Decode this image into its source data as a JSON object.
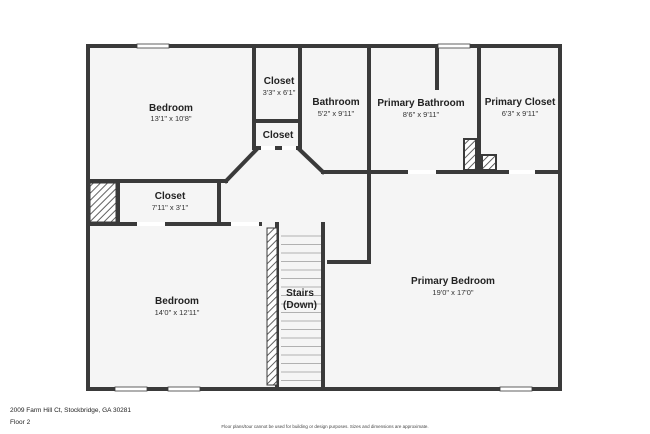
{
  "rooms": {
    "bedroom_upper_left": {
      "name": "Bedroom",
      "dims": "13'1\" x 10'8\""
    },
    "closet_top": {
      "name": "Closet",
      "dims": "3'3\" x 6'1\""
    },
    "closet_small": {
      "name": "Closet"
    },
    "bathroom": {
      "name": "Bathroom",
      "dims": "5'2\" x 9'11\""
    },
    "primary_bathroom": {
      "name": "Primary Bathroom",
      "dims": "8'6\" x 9'11\""
    },
    "primary_closet": {
      "name": "Primary Closet",
      "dims": "6'3\" x 9'11\""
    },
    "closet_left": {
      "name": "Closet",
      "dims": "7'11\" x 3'1\""
    },
    "stairs": {
      "name_line1": "Stairs",
      "name_line2": "(Down)"
    },
    "bedroom_lower_left": {
      "name": "Bedroom",
      "dims": "14'0\" x 12'11\""
    },
    "primary_bedroom": {
      "name": "Primary Bedroom",
      "dims": "19'0\" x 17'0\""
    }
  },
  "footer": {
    "address": "2009 Farm Hill Ct, Stockbridge, GA 30281",
    "floor": "Floor 2",
    "disclaimer": "Floor plans/tour cannot be used for building or design purposes. Sizes and dimensions are approximate."
  },
  "colors": {
    "wall": "#3a3a3a",
    "floor": "#f5f5f5",
    "background": "#ffffff"
  }
}
